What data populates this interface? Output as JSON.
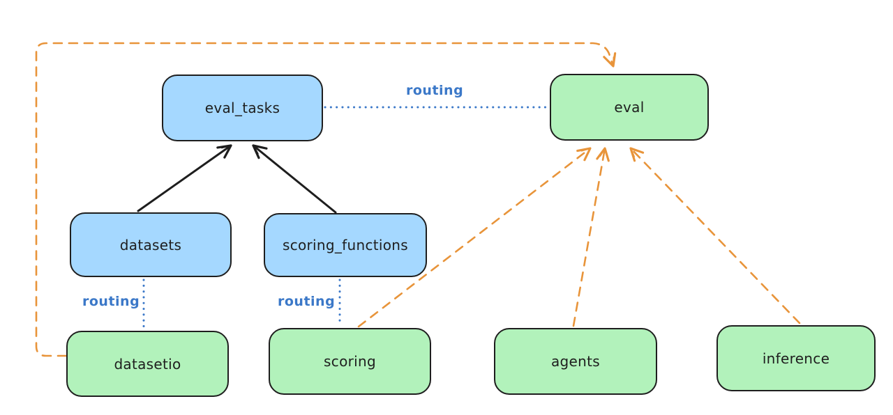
{
  "colors": {
    "background": "#ffffff",
    "node_stroke": "#1e1e1e",
    "registry_fill": "#a5d8ff",
    "provider_fill": "#b2f2bb",
    "routing_blue": "#3b78c8",
    "provider_orange": "#e8943a",
    "arrow_black": "#1e1e1e"
  },
  "labels": {
    "routing": "routing"
  },
  "nodes": {
    "eval_tasks": {
      "label": "eval_tasks",
      "fill": "#a5d8ff"
    },
    "eval": {
      "label": "eval",
      "fill": "#b2f2bb"
    },
    "datasets": {
      "label": "datasets",
      "fill": "#a5d8ff"
    },
    "scoring_functions": {
      "label": "scoring_functions",
      "fill": "#a5d8ff"
    },
    "datasetio": {
      "label": "datasetio",
      "fill": "#b2f2bb"
    },
    "scoring": {
      "label": "scoring",
      "fill": "#b2f2bb"
    },
    "agents": {
      "label": "agents",
      "fill": "#b2f2bb"
    },
    "inference": {
      "label": "inference",
      "fill": "#b2f2bb"
    }
  },
  "edges": [
    {
      "from": "datasets",
      "to": "eval_tasks",
      "style": "solid",
      "color": "#1e1e1e",
      "label": ""
    },
    {
      "from": "scoring_functions",
      "to": "eval_tasks",
      "style": "solid",
      "color": "#1e1e1e",
      "label": ""
    },
    {
      "from": "eval_tasks",
      "to": "eval",
      "style": "dotted",
      "color": "#3b78c8",
      "label": "routing"
    },
    {
      "from": "datasets",
      "to": "datasetio",
      "style": "dotted",
      "color": "#3b78c8",
      "label": "routing"
    },
    {
      "from": "scoring_functions",
      "to": "scoring",
      "style": "dotted",
      "color": "#3b78c8",
      "label": "routing"
    },
    {
      "from": "datasetio",
      "to": "eval",
      "style": "dashed",
      "color": "#e8943a",
      "label": ""
    },
    {
      "from": "scoring",
      "to": "eval",
      "style": "dashed",
      "color": "#e8943a",
      "label": ""
    },
    {
      "from": "agents",
      "to": "eval",
      "style": "dashed",
      "color": "#e8943a",
      "label": ""
    },
    {
      "from": "inference",
      "to": "eval",
      "style": "dashed",
      "color": "#e8943a",
      "label": ""
    }
  ]
}
